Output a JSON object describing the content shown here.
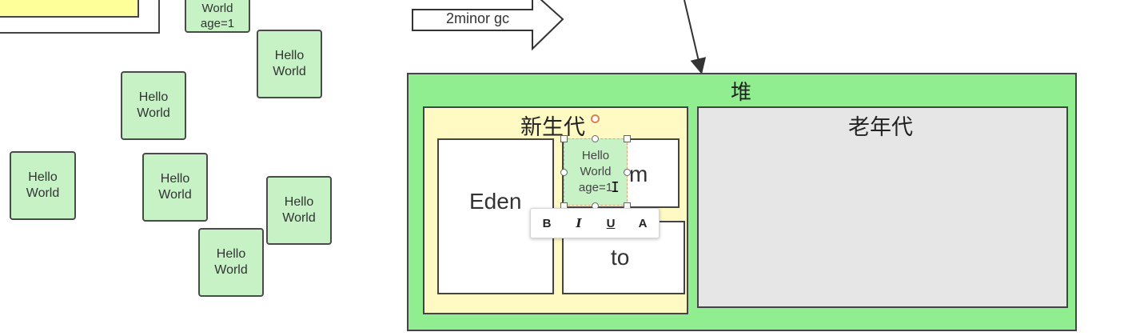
{
  "loose_objects": [
    {
      "line1": "World",
      "line2": "age=1"
    },
    {
      "line1": "Hello",
      "line2": "World"
    },
    {
      "line1": "Hello",
      "line2": "World"
    },
    {
      "line1": "Hello",
      "line2": "World"
    },
    {
      "line1": "Hello",
      "line2": "World"
    },
    {
      "line1": "Hello",
      "line2": "World"
    },
    {
      "line1": "Hello",
      "line2": "World"
    }
  ],
  "arrow": {
    "label": "2minor gc"
  },
  "heap": {
    "title": "堆",
    "young": {
      "title": "新生代",
      "eden": "Eden",
      "from_partial": "m",
      "to": "to"
    },
    "old": {
      "title": "老年代"
    }
  },
  "selected_object": {
    "line1": "Hello",
    "line2": "World",
    "line3": "age=1"
  },
  "toolbar": {
    "bold": "B",
    "italic": "I",
    "underline": "U",
    "font": "A"
  },
  "colors": {
    "object_fill": "#c6f2c6",
    "heap_fill": "#90ee90",
    "young_fill": "#fff9c4",
    "old_fill": "#e6e6e6",
    "partial_yellow": "#ffff99"
  }
}
